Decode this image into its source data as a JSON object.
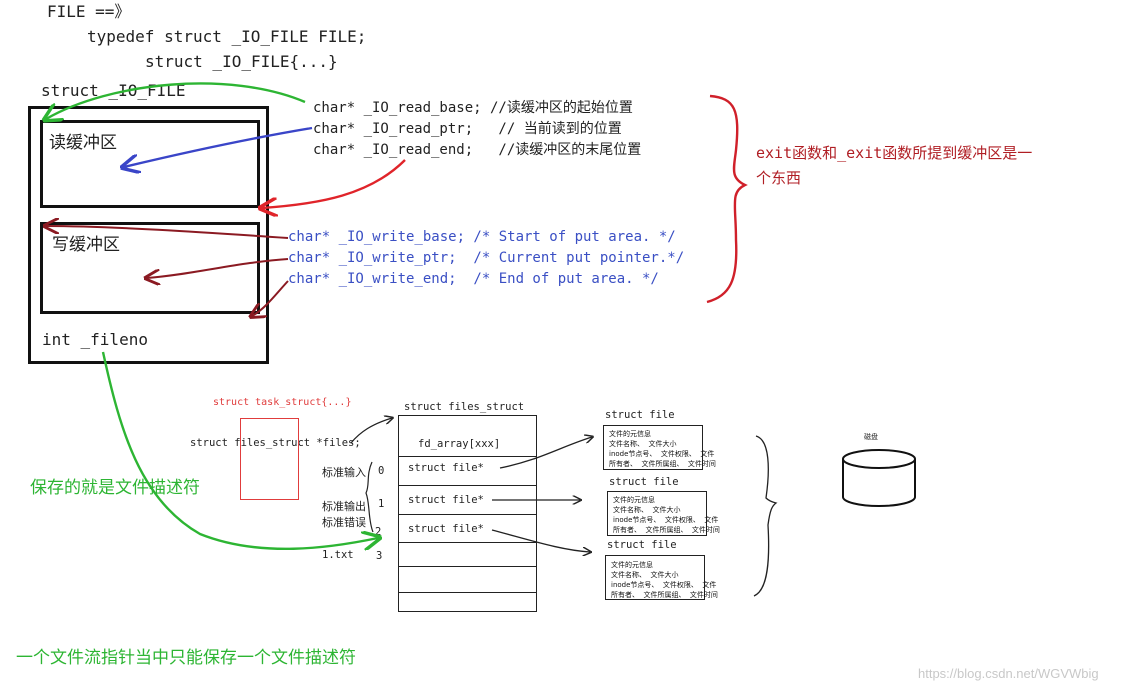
{
  "header": {
    "line1": "FILE ==》",
    "line2": "typedef struct _IO_FILE FILE;",
    "line3": "struct _IO_FILE{...}"
  },
  "file_struct": {
    "title": "struct _IO_FILE",
    "read_buffer": "读缓冲区",
    "write_buffer": "写缓冲区",
    "fileno": "int _fileno"
  },
  "read_fields": [
    "char* _IO_read_base; //读缓冲区的起始位置",
    "char* _IO_read_ptr;   // 当前读到的位置",
    "char* _IO_read_end;   //读缓冲区的末尾位置"
  ],
  "write_fields": [
    "char* _IO_write_base; /* Start of put area. */",
    "char* _IO_write_ptr;  /* Current put pointer.*/",
    "char* _IO_write_end;  /* End of put area. */"
  ],
  "exit_note": {
    "line1": "exit函数和_exit函数所提到缓冲区是一",
    "line2": "个东西"
  },
  "fd_note": "保存的就是文件描述符",
  "bottom_note": "一个文件流指针当中只能保存一个文件描述符",
  "task_struct": {
    "title": "struct task_struct{...}",
    "member": "struct files_struct *files;"
  },
  "files_struct": {
    "title": "struct files_struct",
    "fd_array": "fd_array[xxx]",
    "entries": [
      "struct file*",
      "struct file*",
      "struct file*"
    ]
  },
  "fd_labels": {
    "stdin": "标准输入",
    "stdout": "标准输出",
    "stderr": "标准错误",
    "file": "1.txt",
    "indices": [
      "0",
      "1",
      "2",
      "3"
    ]
  },
  "struct_files": [
    {
      "title": "struct file",
      "info": "文件的元信息\n文件名称、  文件大小\ninode节点号、  文件权限、  文件\n所有者、  文件所属组、  文件时间"
    },
    {
      "title": "struct file",
      "info": "文件的元信息\n文件名称、  文件大小\ninode节点号、  文件权限、  文件\n所有者、  文件所属组、  文件时间"
    },
    {
      "title": "struct file",
      "info": "文件的元信息\n文件名称、  文件大小\ninode节点号、  文件权限、  文件\n所有者、  文件所属组、  文件时间"
    }
  ],
  "disk_label": "磁盘",
  "watermark": "https://blog.csdn.net/WGVWbig",
  "colors": {
    "green": "#2db533",
    "blue": "#3a45c8",
    "red": "#e0242a",
    "dark_red": "#8b1a22",
    "code_blue": "#3a4fc4",
    "note_red": "#b01e24",
    "task_red": "#e03c3c"
  }
}
